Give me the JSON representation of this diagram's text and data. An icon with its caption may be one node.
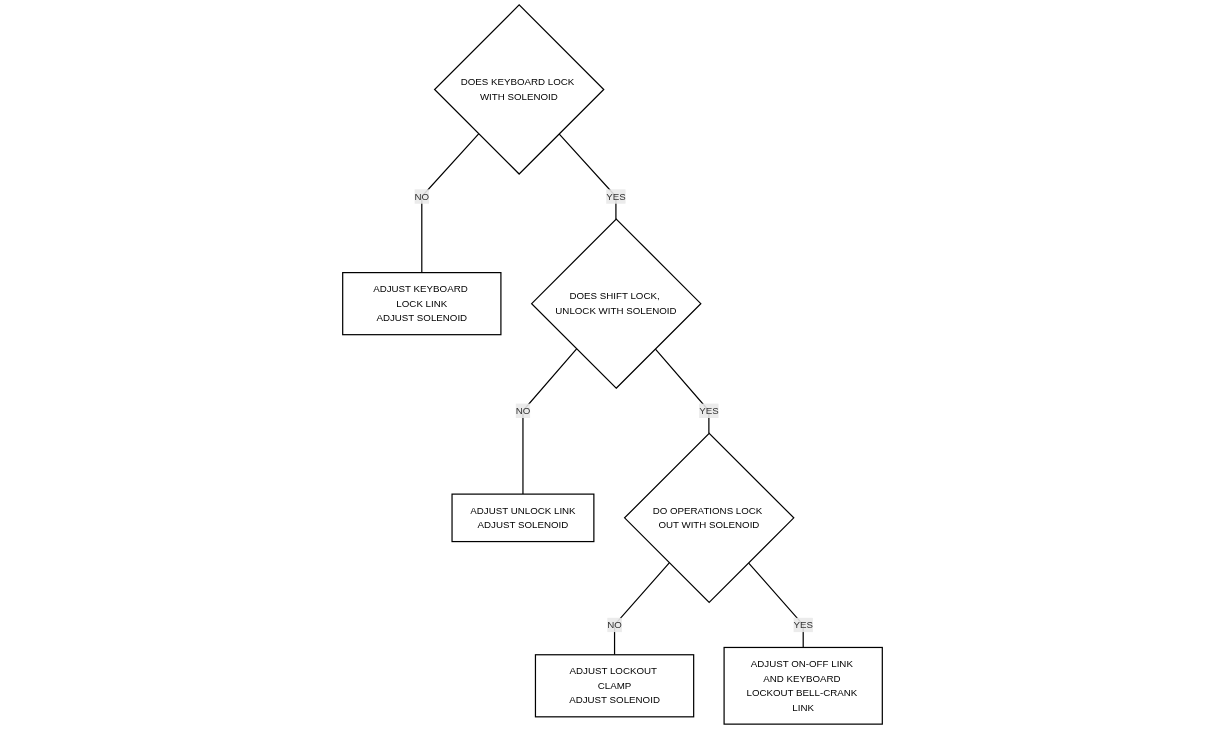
{
  "diagram": {
    "nodes": [
      {
        "text": [
          "DOES KEYBOARD LOCK WITH SOLENOID"
        ]
      },
      {
        "text": [
          "ADJUST KEYBOARD LOCK LINK",
          "ADJUST SOLENOID"
        ]
      },
      {
        "text": [
          "DOES SHIFT LOCK, UNLOCK WITH SOLENOID"
        ]
      },
      {
        "text": [
          "ADJUST UNLOCK LINK",
          "ADJUST SOLENOID"
        ]
      },
      {
        "text": [
          "DO OPERATIONS LOCK OUT WITH SOLENOID"
        ]
      },
      {
        "text": [
          "ADJUST LOCKOUT CLAMP",
          "ADJUST SOLENOID"
        ]
      },
      {
        "text": [
          "ADJUST ON-OFF LINK AND KEYBOARD LOCKOUT BELL-CRANK LINK"
        ]
      }
    ],
    "edges": [
      {
        "from": 0,
        "to": 1,
        "label": "NO",
        "arrow": "none"
      },
      {
        "from": 0,
        "to": 2,
        "label": "YES",
        "arrow": "none"
      },
      {
        "from": 2,
        "to": 3,
        "label": "NO",
        "arrow": "none"
      },
      {
        "from": 2,
        "to": 4,
        "label": "YES",
        "arrow": "none"
      },
      {
        "from": 4,
        "to": 5,
        "label": "NO",
        "arrow": "none"
      },
      {
        "from": 4,
        "to": 6,
        "label": "YES",
        "arrow": "none"
      }
    ]
  }
}
